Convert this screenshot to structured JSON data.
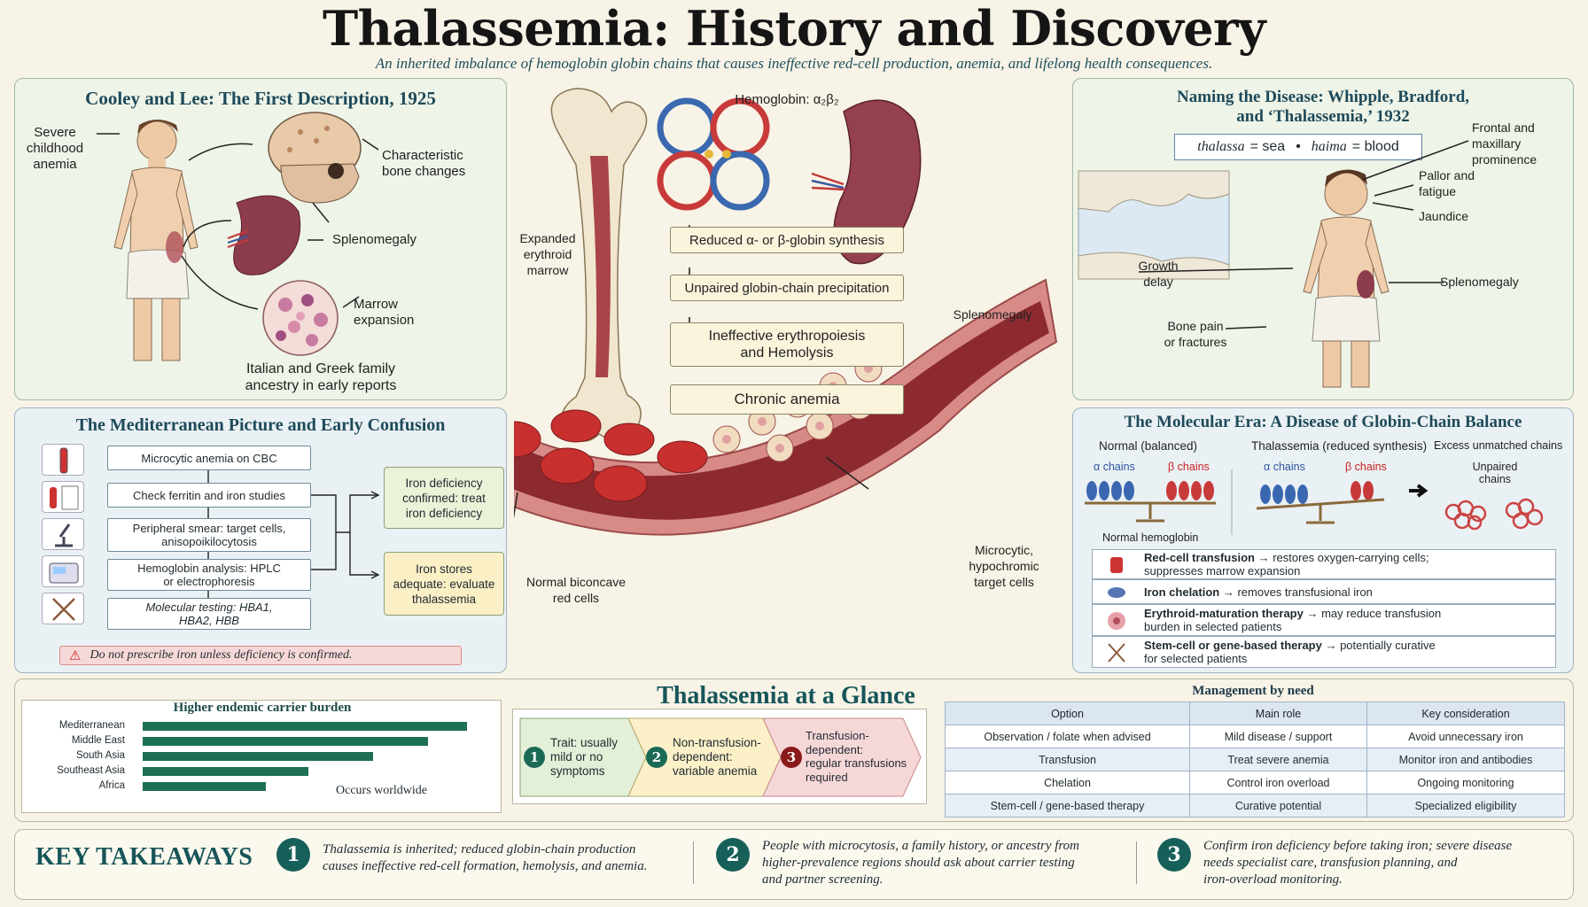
{
  "header": {
    "title": "Thalassemia: History and Discovery",
    "subtitle": "An inherited imbalance of hemoglobin globin chains that causes ineffective red-cell production, anemia, and lifelong health consequences."
  },
  "cooley": {
    "title": "Cooley and Lee: The First Description, 1925",
    "severe": "Severe\nchildhood\nanemia",
    "bone": "Characteristic\nbone changes",
    "spleen": "Splenomegaly",
    "marrow": "Marrow\nexpansion",
    "ancestry": "Italian and Greek family\nancestry in early reports"
  },
  "center": {
    "hb_label": "Hemoglobin: α₂β₂",
    "expanded": "Expanded\nerythroid\nmarrow",
    "spleen": "Splenomegaly",
    "flow": [
      "Reduced α- or β-globin synthesis",
      "Unpaired globin-chain precipitation",
      "Ineffective erythropoiesis\nand Hemolysis",
      "Chronic anemia"
    ],
    "normal_cells": "Normal biconcave\nred cells",
    "micro_cells": "Microcytic,\nhypochromic\ntarget cells"
  },
  "naming": {
    "title": "Naming the Disease: Whipple, Bradford,\nand ‘Thalassemia,’ 1932",
    "thalassa": "thalassa",
    "sea": "= sea",
    "dot": "•",
    "haima": "haima",
    "blood": "= blood",
    "frontal": "Frontal and\nmaxillary\nprominence",
    "pallor": "Pallor and\nfatigue",
    "jaundice": "Jaundice",
    "growth": "Growth\ndelay",
    "spleen": "Splenomegaly",
    "bone": "Bone pain\nor fractures"
  },
  "med": {
    "title": "The Mediterranean Picture and Early Confusion",
    "steps": [
      "Microcytic anemia on CBC",
      "Check ferritin and iron studies",
      "Peripheral smear: target cells,\nanisopoikilocytosis",
      "Hemoglobin analysis: HPLC\nor electrophoresis",
      "Molecular testing: HBA1,\nHBA2, HBB"
    ],
    "out1": "Iron deficiency\nconfirmed: treat\niron deficiency",
    "out2": "Iron stores\nadequate: evaluate\nthalassemia",
    "warning": "Do not prescribe iron unless deficiency is confirmed."
  },
  "molecular": {
    "title": "The Molecular Era: A Disease of Globin-Chain Balance",
    "normal": "Normal (balanced)",
    "thal": "Thalassemia (reduced synthesis)",
    "excess": "Excess unmatched chains",
    "alpha": "α chains",
    "beta": "β chains",
    "unpaired": "Unpaired\nchains",
    "normal_hb": "Normal hemoglobin",
    "treatments": [
      {
        "b": "Red-cell transfusion",
        "t": " → restores oxygen-carrying cells;\nsuppresses marrow expansion"
      },
      {
        "b": "Iron chelation",
        "t": " → removes transfusional iron"
      },
      {
        "b": "Erythroid-maturation therapy",
        "t": " → may reduce transfusion\nburden in selected patients"
      },
      {
        "b": "Stem-cell or gene-based therapy",
        "t": " → potentially curative\nfor selected patients"
      }
    ]
  },
  "glance": {
    "title": "Thalassemia at a Glance",
    "chart_title": "Higher endemic carrier burden",
    "note": "Occurs worldwide",
    "steps": [
      {
        "n": "1",
        "t": "Trait: usually\nmild or no\nsymptoms"
      },
      {
        "n": "2",
        "t": "Non-transfusion-\ndependent:\nvariable anemia"
      },
      {
        "n": "3",
        "t": "Transfusion-\ndependent:\nregular transfusions\nrequired"
      }
    ]
  },
  "chart_data": {
    "type": "bar",
    "title": "Higher endemic carrier burden",
    "categories": [
      "Mediterranean",
      "Middle East",
      "South Asia",
      "Southeast Asia",
      "Africa"
    ],
    "values": [
      100,
      88,
      71,
      51,
      38
    ],
    "annotations": [
      "Occurs worldwide"
    ]
  },
  "management": {
    "title": "Management by need",
    "headers": [
      "Option",
      "Main role",
      "Key consideration"
    ],
    "rows": [
      [
        "Observation / folate when advised",
        "Mild disease / support",
        "Avoid unnecessary iron"
      ],
      [
        "Transfusion",
        "Treat severe anemia",
        "Monitor iron and antibodies"
      ],
      [
        "Chelation",
        "Control iron overload",
        "Ongoing monitoring"
      ],
      [
        "Stem-cell / gene-based therapy",
        "Curative potential",
        "Specialized eligibility"
      ]
    ]
  },
  "takeaways": {
    "title": "KEY TAKEAWAYS",
    "items": [
      {
        "n": "1",
        "t": "Thalassemia is inherited; reduced globin-chain production\ncauses ineffective red-cell formation, hemolysis, and anemia."
      },
      {
        "n": "2",
        "t": "People with microcytosis, a family history, or ancestry from\nhigher-prevalence regions should ask about carrier testing\nand partner screening."
      },
      {
        "n": "3",
        "t": "Confirm iron deficiency before taking iron; severe disease\nneeds specialist care, transfusion planning, and\niron-overload monitoring."
      }
    ]
  },
  "colors": {
    "accent": "#17605a",
    "bar": "#1d6f55",
    "warning": "#f7d8d8"
  }
}
